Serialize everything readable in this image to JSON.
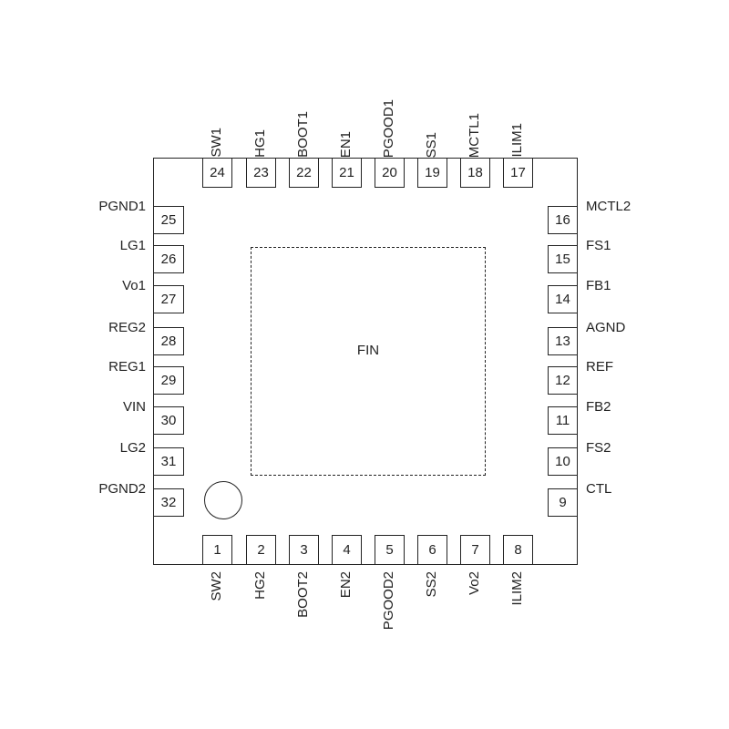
{
  "package": {
    "fin_label": "FIN",
    "pins_bottom": [
      {
        "num": "1",
        "name": "SW2"
      },
      {
        "num": "2",
        "name": "HG2"
      },
      {
        "num": "3",
        "name": "BOOT2"
      },
      {
        "num": "4",
        "name": "EN2"
      },
      {
        "num": "5",
        "name": "PGOOD2"
      },
      {
        "num": "6",
        "name": "SS2"
      },
      {
        "num": "7",
        "name": "Vo2"
      },
      {
        "num": "8",
        "name": "ILIM2"
      }
    ],
    "pins_right": [
      {
        "num": "16",
        "name": "MCTL2"
      },
      {
        "num": "15",
        "name": "FS1"
      },
      {
        "num": "14",
        "name": "FB1"
      },
      {
        "num": "13",
        "name": "AGND"
      },
      {
        "num": "12",
        "name": "REF"
      },
      {
        "num": "11",
        "name": "FB2"
      },
      {
        "num": "10",
        "name": "FS2"
      },
      {
        "num": "9",
        "name": "CTL"
      }
    ],
    "pins_top": [
      {
        "num": "24",
        "name": "SW1"
      },
      {
        "num": "23",
        "name": "HG1"
      },
      {
        "num": "22",
        "name": "BOOT1"
      },
      {
        "num": "21",
        "name": "EN1"
      },
      {
        "num": "20",
        "name": "PGOOD1"
      },
      {
        "num": "19",
        "name": "SS1"
      },
      {
        "num": "18",
        "name": "MCTL1"
      },
      {
        "num": "17",
        "name": "ILIM1"
      }
    ],
    "pins_left": [
      {
        "num": "25",
        "name": "PGND1"
      },
      {
        "num": "26",
        "name": "LG1"
      },
      {
        "num": "27",
        "name": "Vo1"
      },
      {
        "num": "28",
        "name": "REG2"
      },
      {
        "num": "29",
        "name": "REG1"
      },
      {
        "num": "30",
        "name": "VIN"
      },
      {
        "num": "31",
        "name": "LG2"
      },
      {
        "num": "32",
        "name": "PGND2"
      }
    ]
  }
}
